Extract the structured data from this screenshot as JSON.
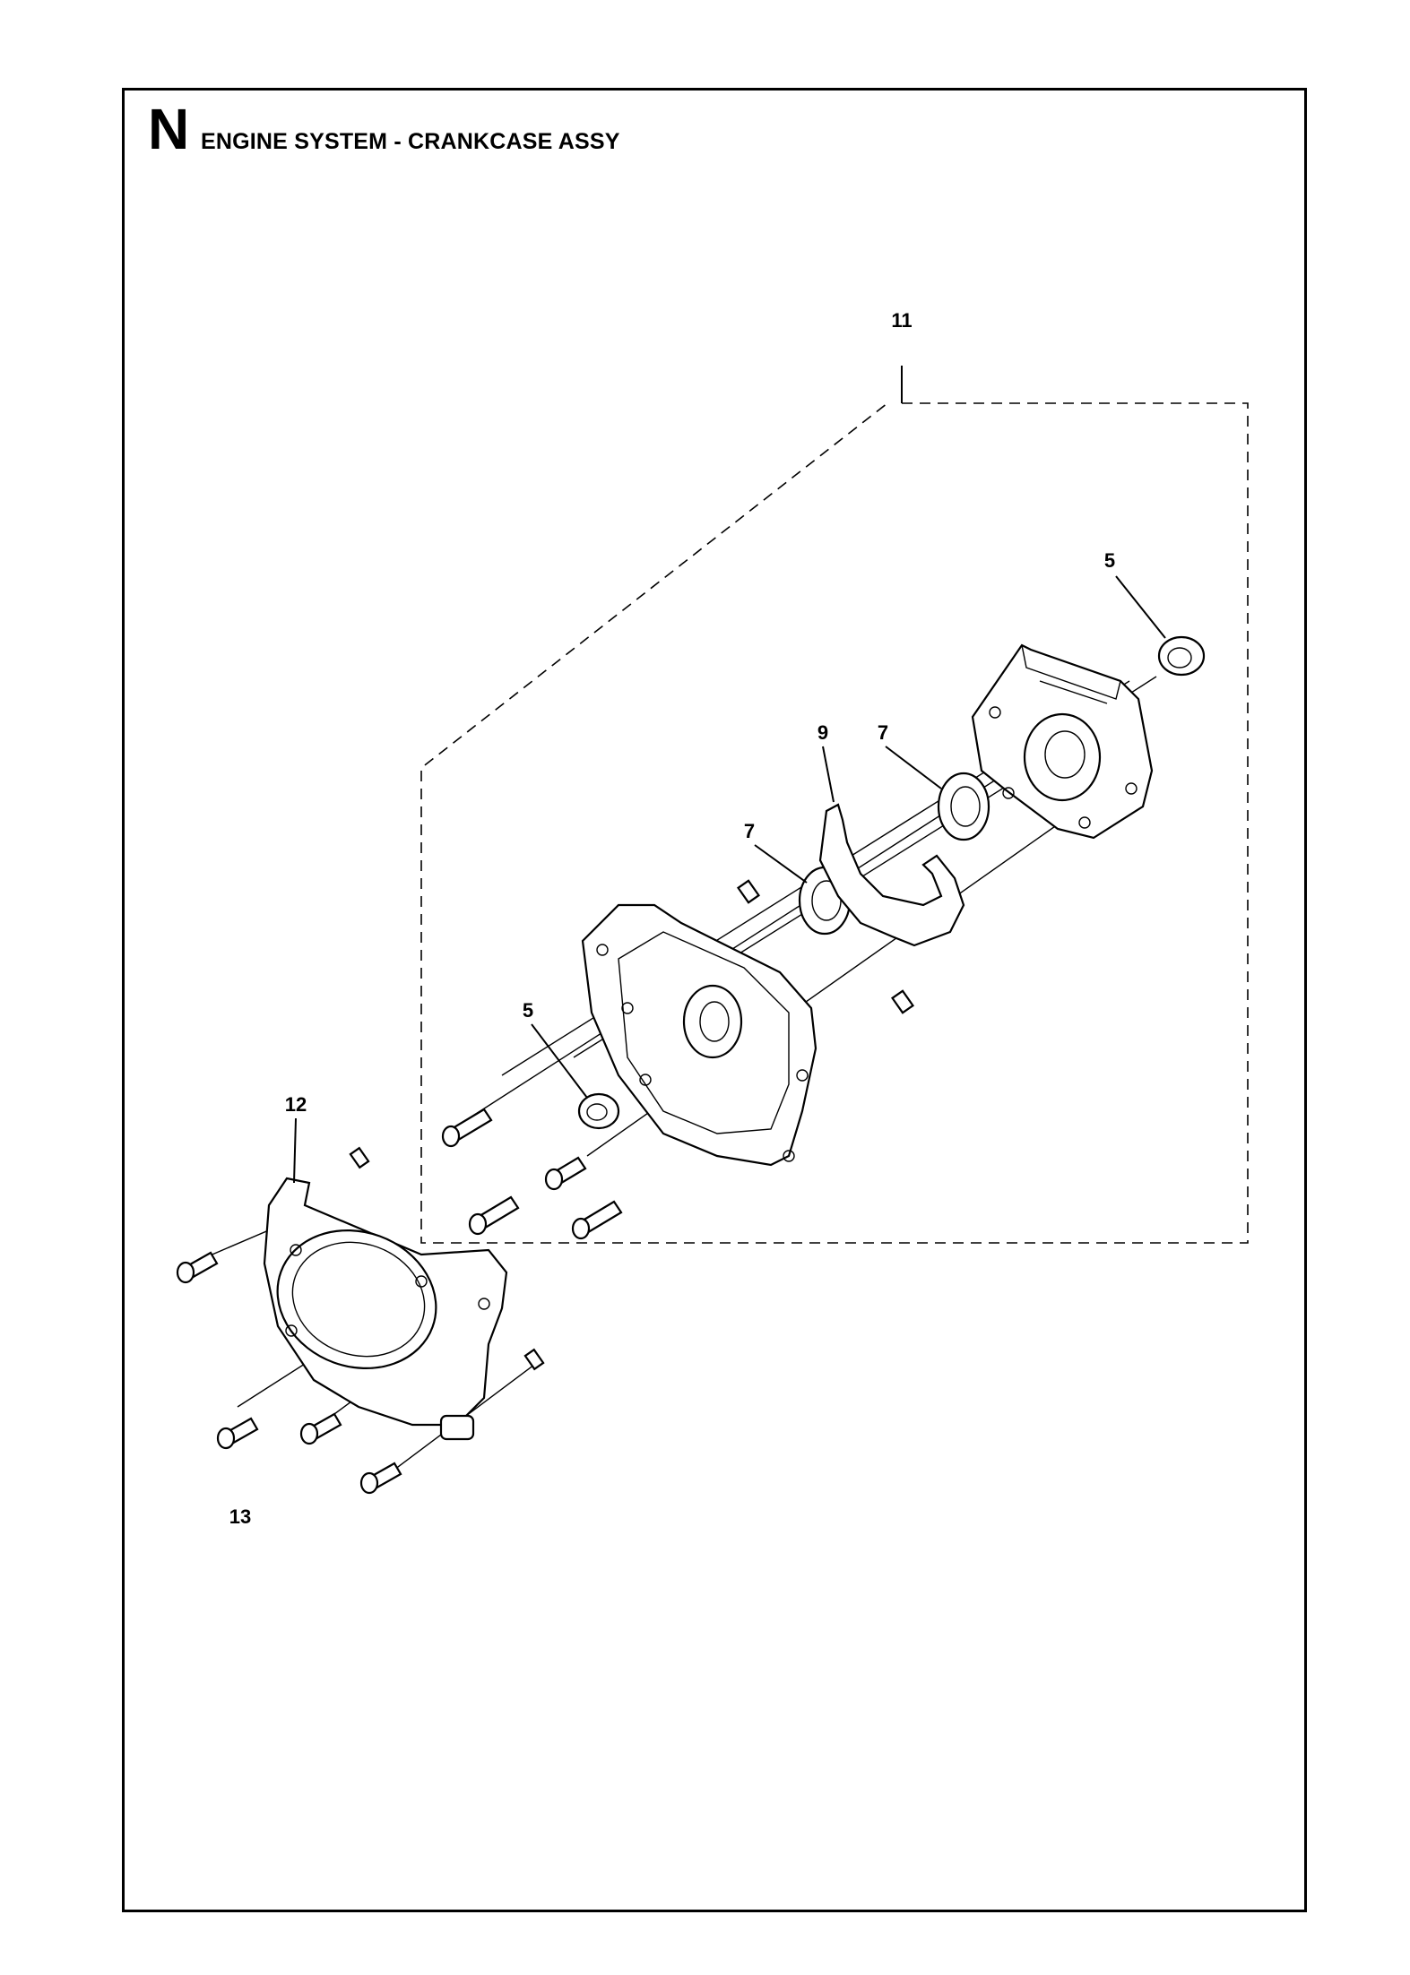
{
  "header": {
    "section_letter": "N",
    "section_title": "ENGINE SYSTEM - CRANKCASE ASSY"
  },
  "callouts": [
    {
      "id": "c11",
      "label": "11"
    },
    {
      "id": "c5a",
      "label": "5"
    },
    {
      "id": "c9",
      "label": "9"
    },
    {
      "id": "c7a",
      "label": "7"
    },
    {
      "id": "c7b",
      "label": "7"
    },
    {
      "id": "c5b",
      "label": "5"
    },
    {
      "id": "c12",
      "label": "12"
    },
    {
      "id": "c13",
      "label": "13"
    }
  ]
}
